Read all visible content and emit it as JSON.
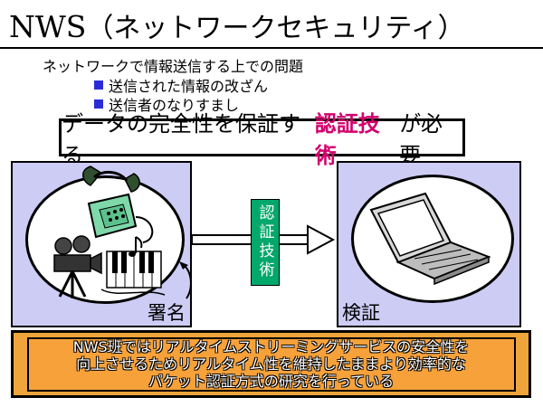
{
  "title": {
    "latin": "NWS",
    "jp": "（ネットワークセキュリティ）"
  },
  "problem": {
    "heading": "ネットワークで情報送信する上での問題",
    "bullets": [
      "送信された情報の改ざん",
      "送信者のなりすまし"
    ]
  },
  "requirement": {
    "prefix": "データの完全性を保証する",
    "highlight": "認証技術",
    "suffix": "が必要"
  },
  "flow": {
    "tech_label": "認証技術",
    "left_label": "署名",
    "right_label": "検証"
  },
  "conclusion": {
    "lines": [
      "NWS班ではリアルタイムストリーミングサービスの安全性を",
      "向上させるためリアルタイム性を維持したままより効率的な",
      "パケット認証方式の研究を行っている"
    ]
  },
  "colors": {
    "panel": "#ccccf5",
    "bullet": "#2b2bd6",
    "highlight": "#d4006c",
    "tech": "#00a86b",
    "conclusion": "#f0a43c"
  },
  "icons": [
    "telephone-icon",
    "film-camera-icon",
    "piano-keys-icon",
    "music-note-icon",
    "laptop-icon"
  ]
}
